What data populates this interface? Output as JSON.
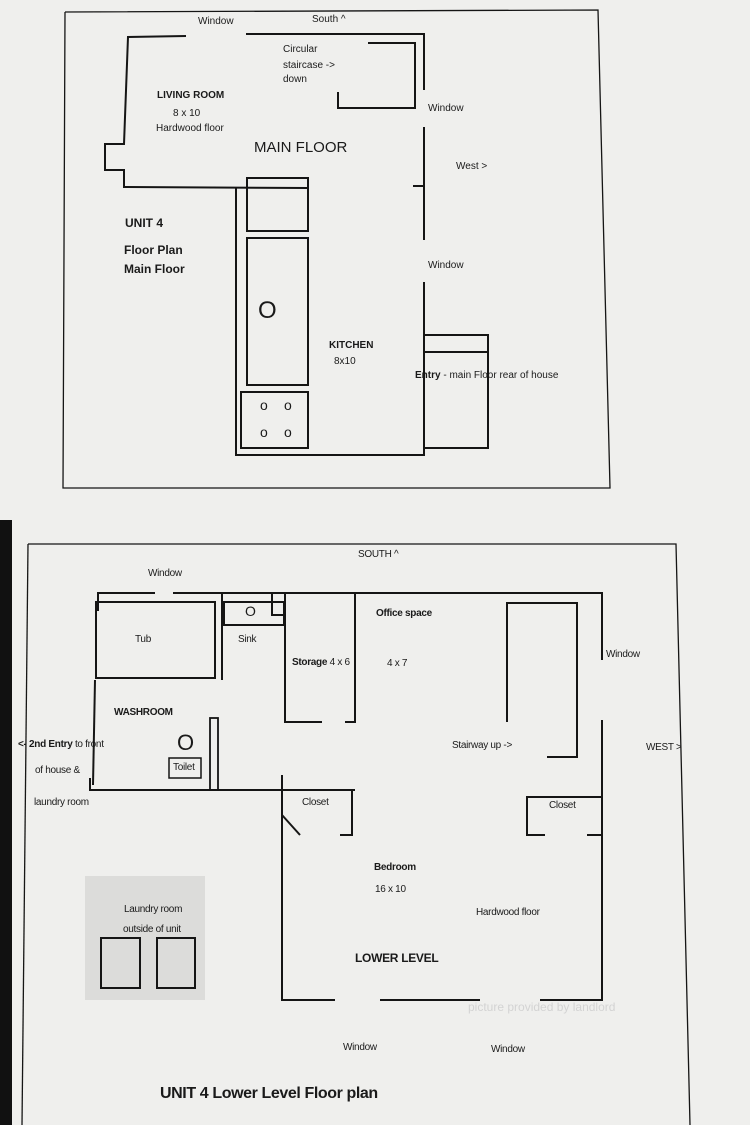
{
  "main_floor": {
    "window_top": "Window",
    "south": "South ^",
    "staircase": [
      "Circular",
      "staircase ->",
      "down"
    ],
    "living_room": "LIVING ROOM",
    "living_size": "8 x 10",
    "living_floor": "Hardwood floor",
    "title": "MAIN FLOOR",
    "window_right_1": "Window",
    "west": "West >",
    "unit": "UNIT 4",
    "floor_plan": "Floor Plan",
    "floor_plan_sub": "Main Floor",
    "window_right_2": "Window",
    "sink_symbol": "O",
    "kitchen": "KITCHEN",
    "kitchen_size": "8x10",
    "entry_bold": "Entry",
    "entry_rest": " - main Floor rear of house",
    "burners": [
      "o",
      "o",
      "o",
      "o"
    ]
  },
  "lower_level": {
    "south": "SOUTH ^",
    "window_top": "Window",
    "tub": "Tub",
    "sink_symbol": "O",
    "sink": "Sink",
    "storage_bold": "Storage",
    "storage_size": " 4 x 6",
    "office": "Office space",
    "office_size": "4 x 7",
    "window_right": "Window",
    "washroom": "WASHROOM",
    "entry_bold": "<- 2nd Entry",
    "entry_rest": " to front",
    "entry_line2": "of house &",
    "entry_line3": "laundry room",
    "toilet_symbol": "O",
    "toilet": "Toilet",
    "stairway": "Stairway up ->",
    "west": "WEST >",
    "closet_left": "Closet",
    "closet_right": "Closet",
    "bedroom": "Bedroom",
    "bedroom_size": "16 x 10",
    "hardwood": "Hardwood floor",
    "laundry": [
      "Laundry room",
      "outside of unit"
    ],
    "title": "LOWER LEVEL",
    "window_bottom_1": "Window",
    "window_bottom_2": "Window",
    "watermark": "picture provided by landlord",
    "caption": "UNIT 4  Lower Level Floor plan"
  }
}
